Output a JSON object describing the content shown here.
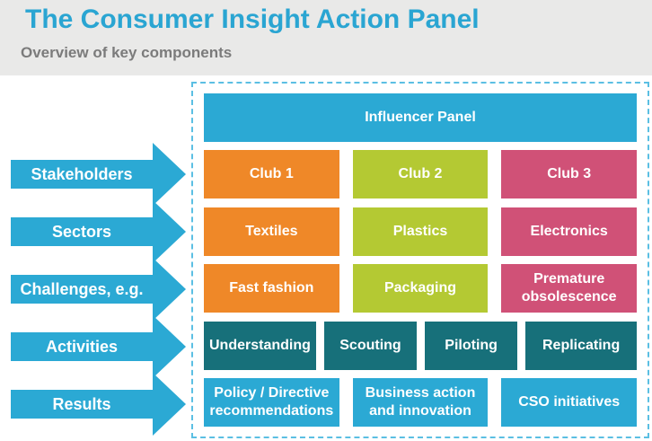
{
  "header": {
    "title": "The Consumer Insight Action Panel",
    "subtitle": "Overview of key components"
  },
  "colors": {
    "accent_cyan": "#2ba9d4",
    "title_cyan": "#2aa5d2",
    "dashed_border": "#5bbfe3",
    "orange": "#ef8828",
    "green": "#b4c933",
    "pink": "#d05177",
    "dark_teal": "#17707a",
    "header_band_gray": "#e9e9e8",
    "subtitle_gray": "#7b7b7b"
  },
  "row_labels": [
    {
      "label": "Stakeholders"
    },
    {
      "label": "Sectors"
    },
    {
      "label": "Challenges, e.g."
    },
    {
      "label": "Activities"
    },
    {
      "label": "Results"
    }
  ],
  "panel": {
    "influencer": {
      "label": "Influencer Panel"
    },
    "stakeholders": [
      {
        "label": "Club 1"
      },
      {
        "label": "Club 2"
      },
      {
        "label": "Club 3"
      }
    ],
    "sectors": [
      {
        "label": "Textiles"
      },
      {
        "label": "Plastics"
      },
      {
        "label": "Electronics"
      }
    ],
    "challenges": [
      {
        "label": "Fast fashion"
      },
      {
        "label": "Packaging"
      },
      {
        "label": "Premature obsolescence"
      }
    ],
    "activities": [
      {
        "label": "Understanding"
      },
      {
        "label": "Scouting"
      },
      {
        "label": "Piloting"
      },
      {
        "label": "Replicating"
      }
    ],
    "results": [
      {
        "label": "Policy / Directive recommendations"
      },
      {
        "label": "Business action and innovation"
      },
      {
        "label": "CSO initiatives"
      }
    ]
  }
}
